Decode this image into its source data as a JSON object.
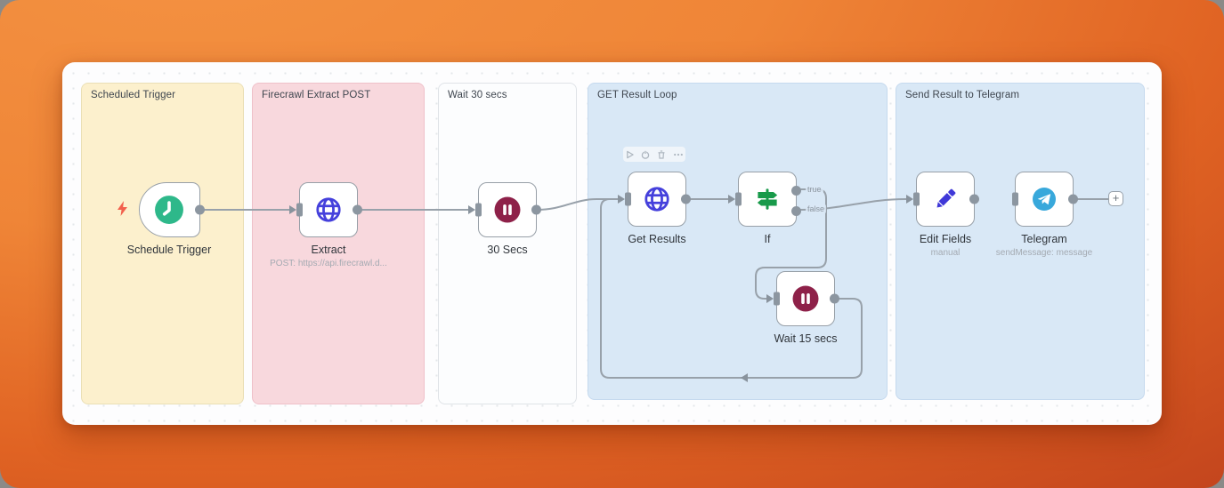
{
  "canvas": {
    "groups": [
      {
        "label": "Scheduled Trigger"
      },
      {
        "label": "Firecrawl Extract POST"
      },
      {
        "label": "Wait 30 secs"
      },
      {
        "label": "GET Result Loop"
      },
      {
        "label": "Send Result to Telegram"
      }
    ],
    "nodes": {
      "schedule_trigger": {
        "label": "Schedule Trigger"
      },
      "extract": {
        "label": "Extract",
        "subtitle": "POST: https://api.firecrawl.d..."
      },
      "wait_30": {
        "label": "30 Secs"
      },
      "get_results": {
        "label": "Get Results"
      },
      "if_node": {
        "label": "If",
        "output_true": "true",
        "output_false": "false"
      },
      "wait_15": {
        "label": "Wait 15 secs"
      },
      "edit_fields": {
        "label": "Edit Fields",
        "subtitle": "manual"
      },
      "telegram": {
        "label": "Telegram",
        "subtitle": "sendMessage: message"
      }
    },
    "toolbar": {
      "icons": [
        "play",
        "power",
        "trash",
        "more"
      ]
    },
    "add_button_label": "+",
    "colors": {
      "clock_green": "#2eb88a",
      "globe_indigo": "#4540dc",
      "pause_maroon": "#8e2149",
      "signpost_green": "#189a4a",
      "pencil_indigo": "#3f38d8",
      "telegram_blue": "#38a8db",
      "bolt_red": "#f2604d",
      "wire_gray": "#98a1aa"
    }
  }
}
